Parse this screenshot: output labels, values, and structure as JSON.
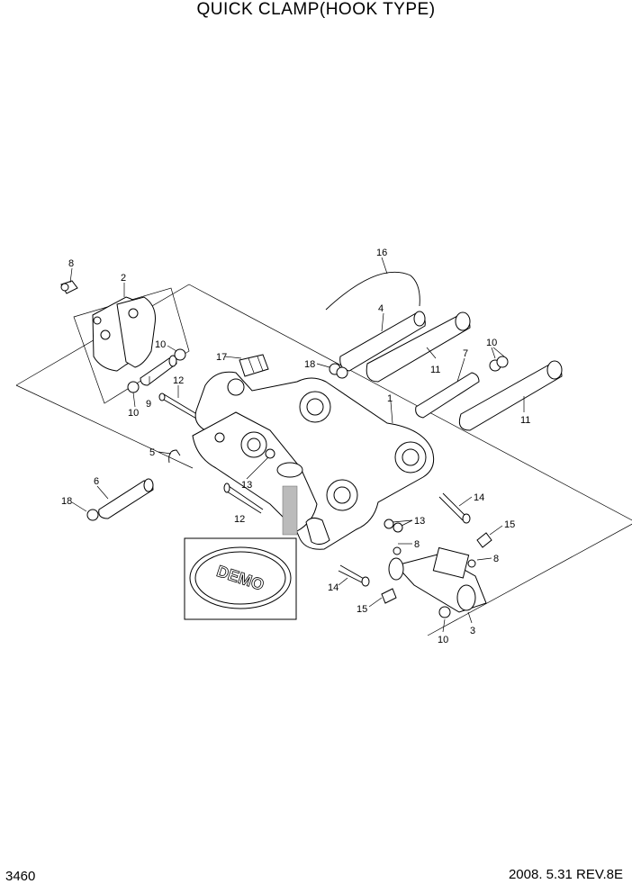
{
  "header": {
    "title": "QUICK CLAMP(HOOK TYPE)"
  },
  "footer": {
    "page_number": "3460",
    "revision": "2008. 5.31  REV.8E"
  },
  "callouts": {
    "c1": "1",
    "c2": "2",
    "c3": "3",
    "c4": "4",
    "c5": "5",
    "c6": "6",
    "c7": "7",
    "c8a": "8",
    "c8b": "8",
    "c8c": "8",
    "c9": "9",
    "c10a": "10",
    "c10b": "10",
    "c10c": "10",
    "c10d": "10",
    "c11a": "11",
    "c11b": "11",
    "c12a": "12",
    "c12b": "12",
    "c13a": "13",
    "c13b": "13",
    "c14a": "14",
    "c14b": "14",
    "c15a": "15",
    "c15b": "15",
    "c16": "16",
    "c17": "17",
    "c18a": "18",
    "c18b": "18"
  },
  "logo": {
    "text": "DEMO"
  }
}
